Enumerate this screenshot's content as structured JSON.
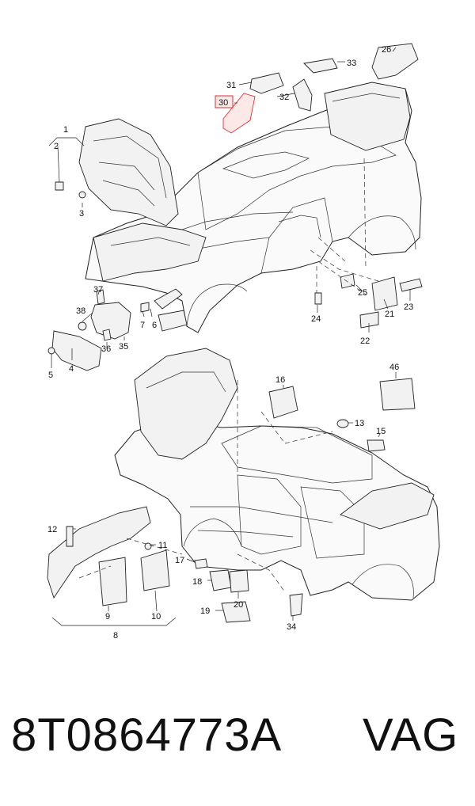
{
  "callouts": {
    "c1": "1",
    "c2": "2",
    "c3": "3",
    "c4": "4",
    "c5": "5",
    "c6": "6",
    "c7": "7",
    "c8": "8",
    "c9": "9",
    "c10": "10",
    "c11": "11",
    "c12": "12",
    "c13": "13",
    "c15": "15",
    "c16": "16",
    "c17": "17",
    "c18": "18",
    "c19": "19",
    "c20": "20",
    "c21": "21",
    "c22": "22",
    "c23": "23",
    "c24": "24",
    "c25": "25",
    "c26": "26",
    "c30": "30",
    "c31": "31",
    "c32": "32",
    "c33": "33",
    "c34": "34",
    "c35": "35",
    "c36": "36",
    "c37": "37",
    "c38": "38",
    "c46": "46"
  },
  "highlighted_callout": "30",
  "highlight_color": "#d33333",
  "footer": {
    "part_number": "8T0864773A",
    "brand": "VAG"
  }
}
